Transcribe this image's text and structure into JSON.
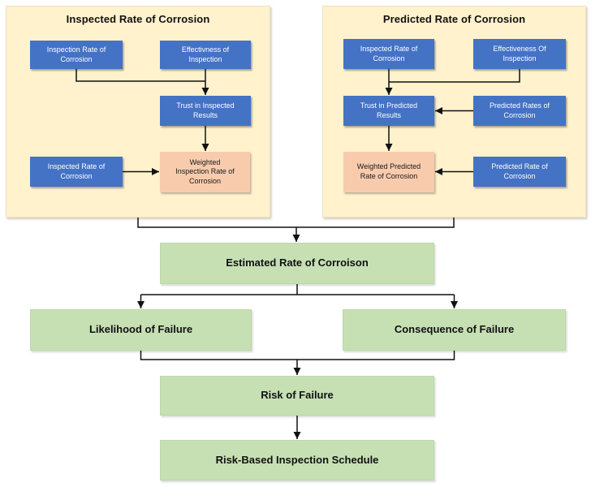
{
  "diagram": {
    "panels": [
      {
        "title": "Inspected Rate of Corrosion",
        "nodes": [
          {
            "label": "Inspection Rate of\nCorrosion"
          },
          {
            "label": "Effectivness of\nInspection"
          },
          {
            "label": "Trust in Inspected\nResults"
          },
          {
            "label": "Inspected Rate of\nCorrosion"
          },
          {
            "label": "Weighted\nInspection Rate of\nCorrosion"
          }
        ]
      },
      {
        "title": "Predicted Rate of Corrosion",
        "nodes": [
          {
            "label": "Inspected Rate of\nCorrosion"
          },
          {
            "label": "Effectiveness Of\nInspection"
          },
          {
            "label": "Trust in Predicted\nResults"
          },
          {
            "label": "Predicted Rates of\nCorrosion"
          },
          {
            "label": "Weighted Predicted\nRate of Corrosion"
          },
          {
            "label": "Predicted Rate of\nCorrosion"
          }
        ]
      }
    ],
    "flow": [
      {
        "label": "Estimated Rate of Corroison"
      },
      {
        "label": "Likelihood of Failure"
      },
      {
        "label": "Consequence of Failure"
      },
      {
        "label": "Risk of Failure"
      },
      {
        "label": "Risk-Based Inspection Schedule"
      }
    ],
    "colors": {
      "panel_fill": "#FFF2CC",
      "node_blue": "#4472C4",
      "node_peach": "#F8CBAD",
      "node_green": "#C6E0B4",
      "node_blue_text": "#FFFFFF",
      "connector": "#111111"
    }
  }
}
